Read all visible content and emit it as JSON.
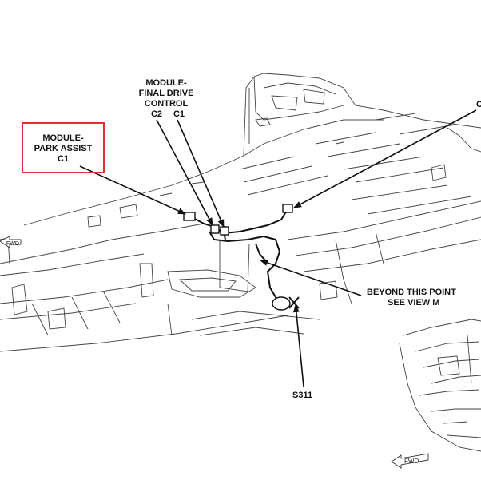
{
  "labels": {
    "module_final_drive": [
      "MODULE-",
      "FINAL DRIVE",
      "CONTROL"
    ],
    "c2": "C2",
    "c1_final": "C1",
    "module_park_assist": [
      "MODULE-",
      "PARK ASSIST",
      "C1"
    ],
    "beyond_point": [
      "BEYOND THIS POINT",
      "SEE VIEW M"
    ],
    "s311": "S311",
    "edge_letter": "C",
    "fwd_left": "FWD",
    "fwd_bottom": "FWD"
  },
  "colors": {
    "highlight_box": "#e03030",
    "line": "#111111",
    "vehicle_line": "#444444"
  }
}
